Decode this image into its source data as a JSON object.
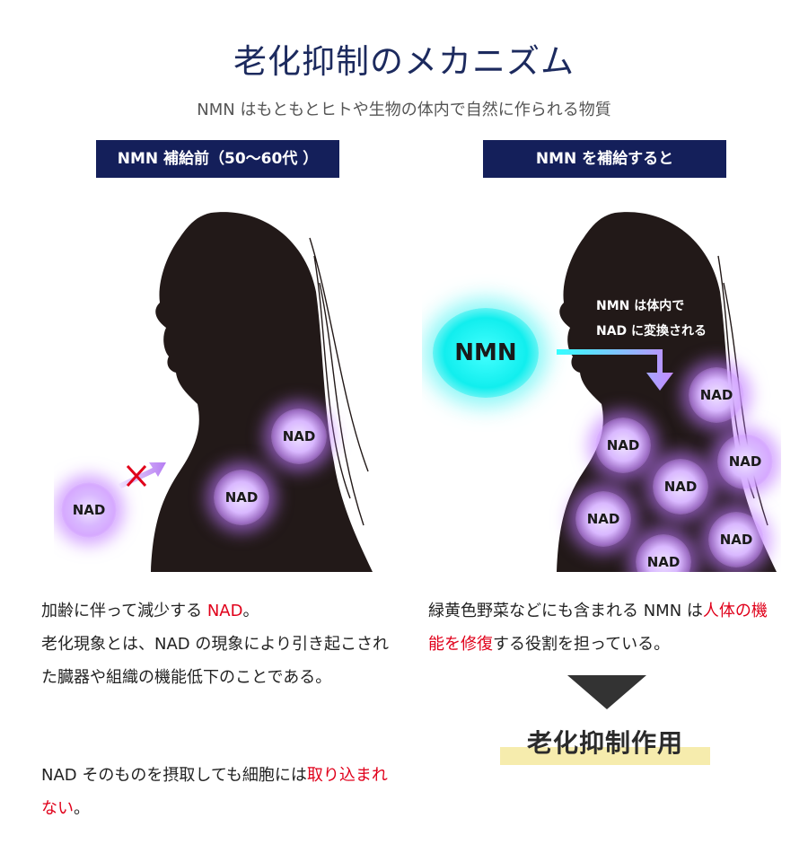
{
  "title": "老化抑制のメカニズム",
  "subtitle": "NMN はもともとヒトや生物の体内で自然に作られる物質",
  "left_panel": {
    "tag": "NMN 補給前（50〜60代 ）",
    "nad_labels": [
      "NAD",
      "NAD",
      "NAD"
    ],
    "text": {
      "p1_a": "加齢に伴って減少する ",
      "p1_red": "NAD",
      "p1_b": "。",
      "p2": "老化現象とは、NAD の現象により引き起こされた臓器や組織の機能低下のことである。",
      "p3_a": "NAD そのものを摂取しても細胞には",
      "p3_red": "取り込まれない",
      "p3_b": "。"
    }
  },
  "right_panel": {
    "tag": "NMN を補給すると",
    "nmn_label": "NMN",
    "note_line1": "NMN は体内で",
    "note_line2": "NAD に変換される",
    "nad_labels": [
      "NAD",
      "NAD",
      "NAD",
      "NAD",
      "NAD",
      "NAD",
      "NAD"
    ],
    "text": {
      "a": "緑黄色野菜などにも含まれる NMN は",
      "red": "人体の機能を修復",
      "b": "する役割を担っている。"
    },
    "result": "老化抑制作用"
  },
  "colors": {
    "navy": "#141f5a",
    "title": "#1c2a5e",
    "accent_red": "#e0001a",
    "nad_glow": "#c88cff",
    "nmn_glow": "#19f0f0",
    "highlight": "#f6ecad"
  }
}
